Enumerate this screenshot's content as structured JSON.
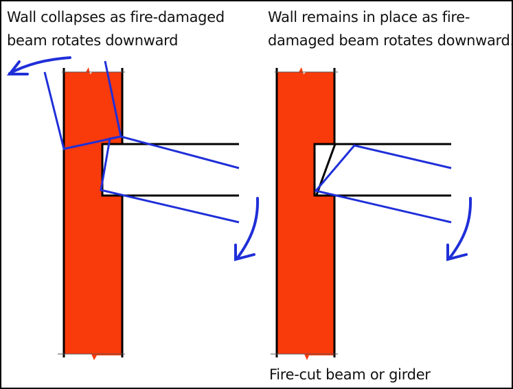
{
  "diagram": {
    "left_panel": {
      "caption_line1": "Wall collapses as fire-damaged",
      "caption_line2": "beam rotates downward"
    },
    "right_panel": {
      "caption_line1": "Wall remains in place as fire-",
      "caption_line2": "damaged beam rotates downward."
    },
    "bottom_label": "Fire-cut beam or girder",
    "colors": {
      "wall": "#f93a0b",
      "rotation_lines": "#1f2fd8",
      "outline": "#000000"
    }
  }
}
